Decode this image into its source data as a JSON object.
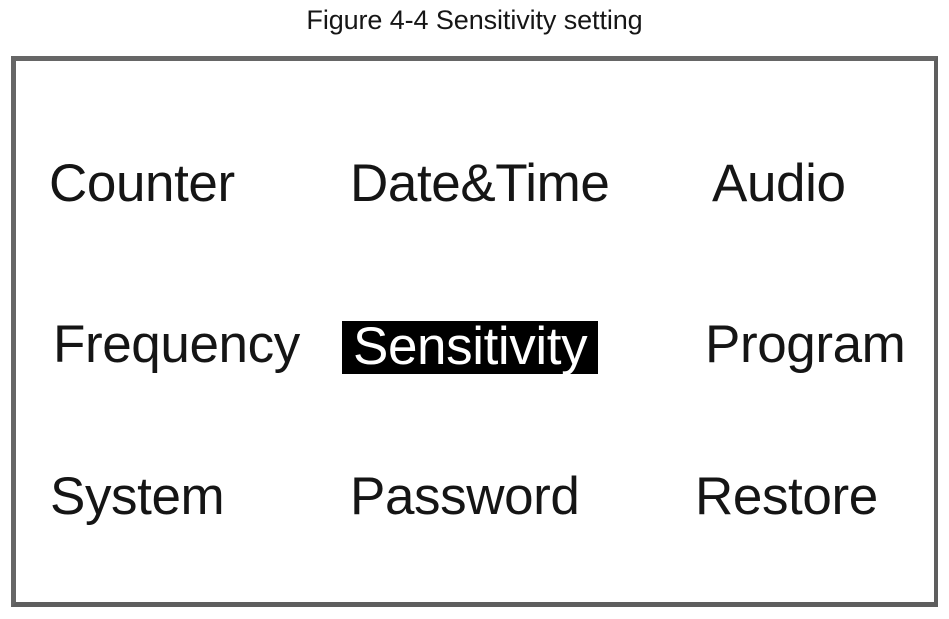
{
  "caption": {
    "text": "Figure 4-4 Sensitivity setting"
  },
  "device": {
    "screen_title": "main-menu",
    "colors": {
      "frame_border": "#5e5e5e",
      "screen_background": "#ffffff",
      "text": "#151515",
      "selection_background": "#000000",
      "selection_text": "#ffffff"
    },
    "menu": {
      "selected_item": "Sensitivity",
      "rows": [
        {
          "items": [
            {
              "label": "Counter",
              "selected": false
            },
            {
              "label": "Date&Time",
              "selected": false
            },
            {
              "label": "Audio",
              "selected": false
            }
          ]
        },
        {
          "items": [
            {
              "label": "Frequency",
              "selected": false
            },
            {
              "label": "Sensitivity",
              "selected": true
            },
            {
              "label": "Program",
              "selected": false
            }
          ]
        },
        {
          "items": [
            {
              "label": "System",
              "selected": false
            },
            {
              "label": "Password",
              "selected": false
            },
            {
              "label": "Restore",
              "selected": false
            }
          ]
        }
      ]
    }
  }
}
